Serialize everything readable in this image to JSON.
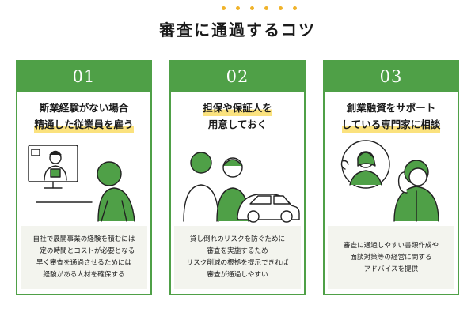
{
  "title": "審査に通過するコツ",
  "accent_color": "#4fa047",
  "highlight_color": "#fbe27e",
  "dot_color": "#f0b32a",
  "cards": [
    {
      "number": "01",
      "heading": [
        "斯業経験がない場合",
        "精通した従業員を雇う"
      ],
      "illustration": "video-call-with-employee",
      "description": [
        "自社で展開事業の経験を積むには",
        "一定の時間とコストが必要となる",
        "早く審査を通過させるためには",
        "経験がある人材を確保する"
      ]
    },
    {
      "number": "02",
      "heading": [
        "担保や保証人を",
        "用意しておく"
      ],
      "illustration": "guarantors-and-car",
      "description": [
        "貸し倒れのリスクを防ぐために",
        "審査を実施するため",
        "リスク削減の根拠を提示できれば",
        "審査が通過しやすい"
      ]
    },
    {
      "number": "03",
      "heading": [
        "創業融資をサポート",
        "している専門家に相談"
      ],
      "illustration": "phone-consultation",
      "description": [
        "審査に通過しやすい書類作成や",
        "面談対策等の経営に関する",
        "アドバイスを提供"
      ]
    }
  ]
}
